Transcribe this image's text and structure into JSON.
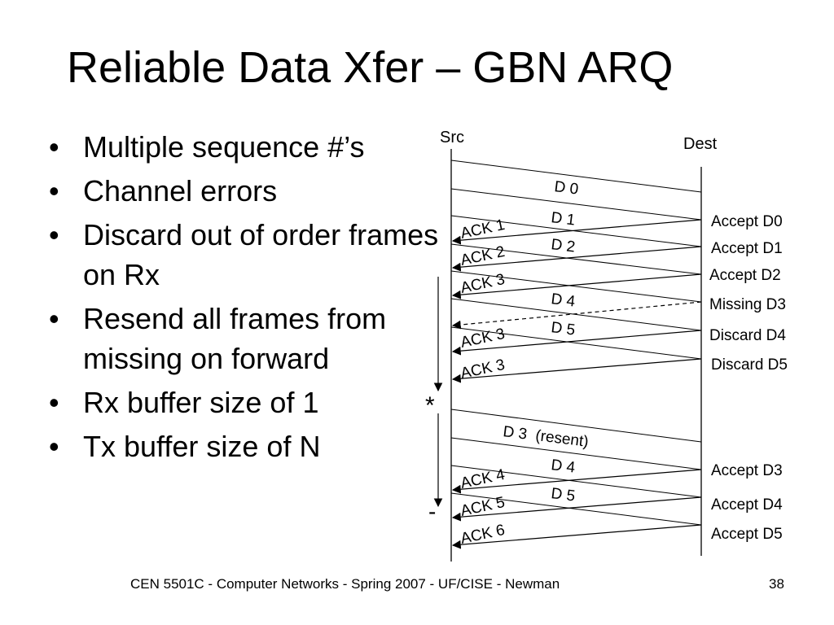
{
  "title": "Reliable Data Xfer – GBN ARQ",
  "bullets": [
    "Multiple sequence #’s",
    "Channel errors",
    "Discard out of order frames on Rx",
    "Resend all frames from missing on forward",
    "Rx buffer size of 1",
    "Tx buffer size of N"
  ],
  "bullet_glyph": "•",
  "diagram": {
    "src_label": "Src",
    "dest_label": "Dest",
    "data_frames": [
      "D 0",
      "D 1",
      "D 2",
      "D 4",
      "D 5",
      "D 3  (resent)",
      "D 4",
      "D 5"
    ],
    "acks": [
      "ACK 1",
      "ACK 2",
      "ACK 3",
      "ACK 3",
      "ACK 3",
      "ACK 4",
      "ACK 5",
      "ACK 6"
    ],
    "receiver_events": [
      "Accept D0",
      "Accept D1",
      "Accept D2",
      "Missing D3",
      "Discard D4",
      "Discard D5",
      "Accept D3",
      "Accept D4",
      "Accept D5"
    ],
    "timeout_marker": "*",
    "window_marker": "-"
  },
  "footer": {
    "text": "CEN 5501C - Computer Networks - Spring 2007 - UF/CISE - Newman",
    "page_number": "38"
  }
}
